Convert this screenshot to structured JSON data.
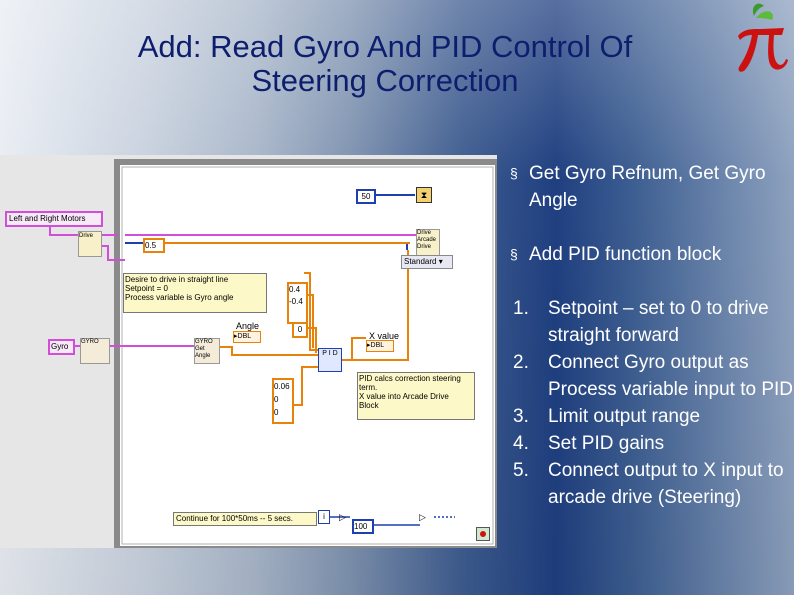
{
  "title": {
    "line1": "Add: Read Gyro And PID Control Of",
    "line2": "Steering Correction"
  },
  "logo": {
    "icon": "pi-apple-logo-icon",
    "color": "#cc1111"
  },
  "colors": {
    "title": "#0d1e6e",
    "bullet_text": "#ffffff",
    "wire_pink": "#d24ed8",
    "wire_orange": "#e8820a",
    "wire_blue": "#1f3fb0"
  },
  "bullets": [
    {
      "marker": "§",
      "text": "Get Gyro Refnum, Get Gyro Angle"
    },
    {
      "marker": "§",
      "text": "Add PID function block"
    }
  ],
  "steps": [
    {
      "num": "1.",
      "text": "Setpoint – set to 0 to drive straight forward"
    },
    {
      "num": "2.",
      "text": "Connect Gyro output as Process variable input to PID"
    },
    {
      "num": "3.",
      "text": "Limit output range"
    },
    {
      "num": "4.",
      "text": "Set PID gains"
    },
    {
      "num": "5.",
      "text": "Connect output to X input to arcade drive (Steering)"
    }
  ],
  "diagram": {
    "left_right_motors": "Left and Right Motors",
    "drive_node": "Drive",
    "constant_50": "50",
    "constant_05": "0.5",
    "arcade_node": [
      "Drive",
      "Arcade",
      "Drive"
    ],
    "standard": "Standard",
    "comment_straight": [
      "Desire to drive in straight line",
      "Setpoint = 0",
      "Process variable is Gyro angle"
    ],
    "gyro": "Gyro",
    "gyro_node1": "GYRO",
    "gyro_node2": [
      "GYRO",
      "Get",
      "Angle"
    ],
    "range_hi": "0.4",
    "range_lo": "-0.4",
    "angle_label": "Angle",
    "dbl": "DBL",
    "setpoint_const": "0",
    "xvalue_label": "X value",
    "gains": [
      "0.06",
      "0",
      "0"
    ],
    "pid_label": "P I D",
    "comment_pid": [
      "PID calcs correction steering",
      "term.",
      "X value into Arcade Drive",
      "Block"
    ],
    "continue_label": "Continue for 100*50ms -- 5 secs.",
    "iter": "i",
    "const_100": "100"
  }
}
